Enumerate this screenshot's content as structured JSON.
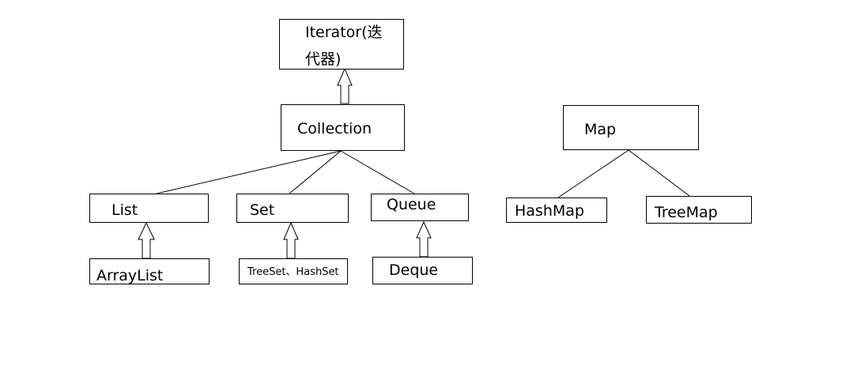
{
  "diagram": {
    "nodes": {
      "iterator": {
        "line1": "Iterator(迭",
        "line2": "代器)"
      },
      "collection": "Collection",
      "map": "Map",
      "list": "List",
      "set": "Set",
      "queue": "Queue",
      "arraylist": "ArrayList",
      "treeset_hashset": "TreeSet、HashSet",
      "deque": "Deque",
      "hashmap": "HashMap",
      "treemap": "TreeMap"
    },
    "colors": {
      "stroke": "#000000",
      "background": "#ffffff"
    }
  }
}
